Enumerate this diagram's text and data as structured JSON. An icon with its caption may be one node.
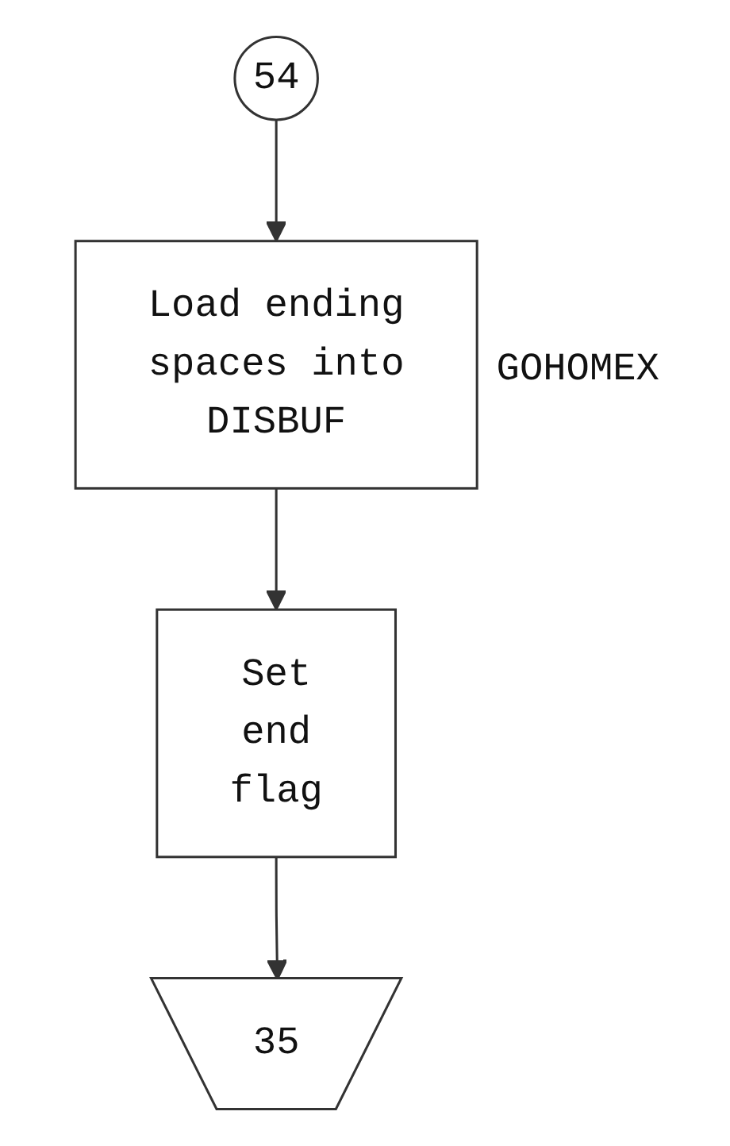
{
  "diagram": {
    "nodes": [
      {
        "text": [
          "54"
        ]
      },
      {
        "text": [
          "Load ending spaces into DISBUF"
        ],
        "beside": [
          "GOHOMEX"
        ]
      },
      {
        "text": [
          "Set end flag"
        ]
      },
      {
        "text": [
          "35"
        ]
      }
    ],
    "edges": [
      {
        "from": 0,
        "to": 1,
        "arrow": "to"
      },
      {
        "from": 1,
        "to": 2,
        "arrow": "to"
      },
      {
        "from": 2,
        "to": 3,
        "arrow": "to"
      }
    ]
  }
}
